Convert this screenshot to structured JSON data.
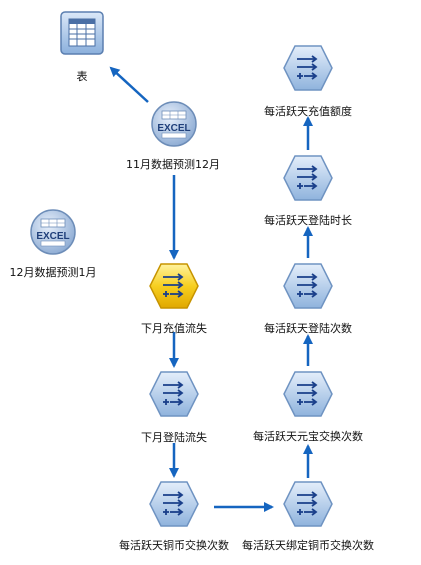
{
  "colors": {
    "edge": "#1565c0",
    "node_blue": "#8fb3dd",
    "node_yellow": "#f4c20d"
  },
  "nodes": {
    "table": {
      "label": "表",
      "icon": "table-icon"
    },
    "excel_in": {
      "label": "11月数据预测12月",
      "icon": "excel-icon"
    },
    "excel_out": {
      "label": "12月数据预测1月",
      "icon": "excel-icon"
    },
    "recharge_churn": {
      "label": "下月充值流失",
      "icon": "derive-icon-selected"
    },
    "login_churn": {
      "label": "下月登陆流失",
      "icon": "derive-icon"
    },
    "copper_exchange": {
      "label": "每活跃天铜币交换次数",
      "icon": "derive-icon"
    },
    "bound_copper_exchange": {
      "label": "每活跃天绑定铜币交换次数",
      "icon": "derive-icon"
    },
    "yuanbao_exchange": {
      "label": "每活跃天元宝交换次数",
      "icon": "derive-icon"
    },
    "login_count": {
      "label": "每活跃天登陆次数",
      "icon": "derive-icon"
    },
    "login_duration": {
      "label": "每活跃天登陆时长",
      "icon": "derive-icon"
    },
    "recharge_amount": {
      "label": "每活跃天充值额度",
      "icon": "derive-icon"
    }
  }
}
